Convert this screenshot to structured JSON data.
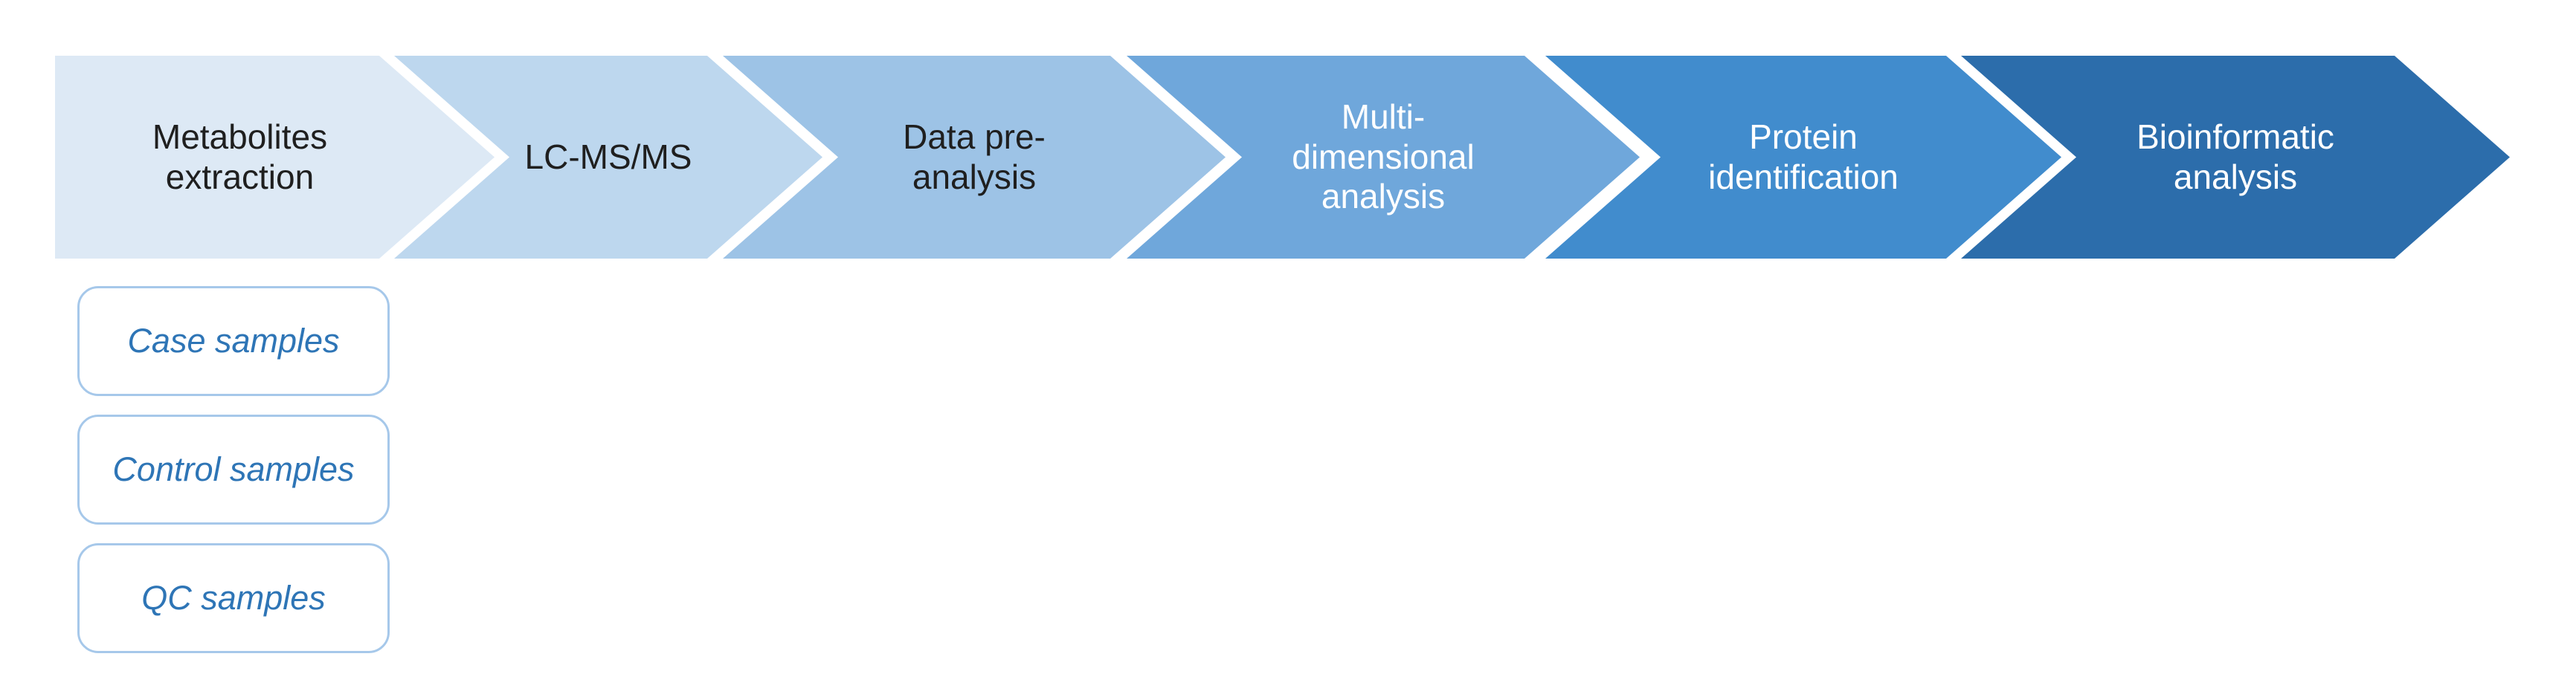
{
  "canvas": {
    "background": "#ffffff"
  },
  "flow": {
    "type": "chevron-process",
    "direction": "left-to-right",
    "steps": [
      {
        "label": "Metabolites\nextraction",
        "fill": "#dde9f5",
        "text_color": "#1f1f1f"
      },
      {
        "label": "LC-MS/MS",
        "fill": "#bdd7ee",
        "text_color": "#1f1f1f"
      },
      {
        "label": "Data pre-\nanalysis",
        "fill": "#9dc3e6",
        "text_color": "#1f1f1f"
      },
      {
        "label": "Multi-\ndimensional\nanalysis",
        "fill": "#6fa7db",
        "text_color": "#ffffff"
      },
      {
        "label": "Protein\nidentification",
        "fill": "#418ccd",
        "text_color": "#ffffff"
      },
      {
        "label": "Bioinformatic\nanalysis",
        "fill": "#2c6dab",
        "text_color": "#ffffff"
      }
    ]
  },
  "samples": {
    "border_color": "#a6c8ea",
    "text_color": "#2e75b6",
    "items": [
      {
        "label": "Case samples"
      },
      {
        "label": "Control samples"
      },
      {
        "label": "QC samples"
      }
    ]
  }
}
